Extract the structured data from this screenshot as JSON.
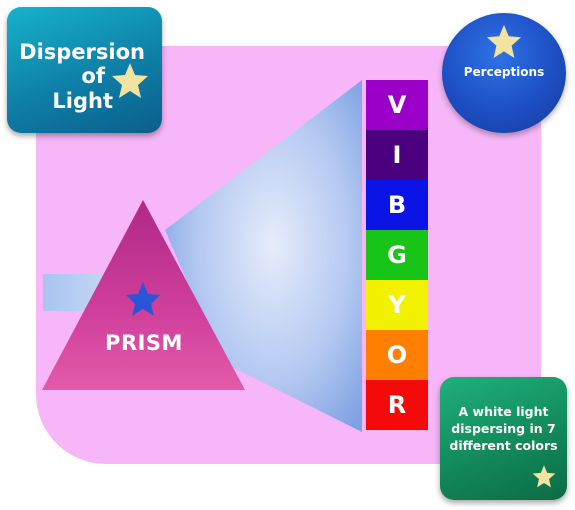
{
  "title_card": {
    "line1": "Dispersion",
    "line2": "of",
    "line3": "Light",
    "color": "#0f7fa8"
  },
  "brand_circle": {
    "label": "Perceptions",
    "color": "#1d4fc4"
  },
  "prism": {
    "label": "PRISM",
    "color": "#c43a9a"
  },
  "spectrum": {
    "bands": [
      {
        "letter": "V",
        "color": "#9b00c8"
      },
      {
        "letter": "I",
        "color": "#4b0080"
      },
      {
        "letter": "B",
        "color": "#0a14e6"
      },
      {
        "letter": "G",
        "color": "#19c419"
      },
      {
        "letter": "Y",
        "color": "#f2f200"
      },
      {
        "letter": "O",
        "color": "#ff8000"
      },
      {
        "letter": "R",
        "color": "#f50a0a"
      }
    ]
  },
  "note_card": {
    "text": "A white light dispersing in 7 different colors",
    "color": "#138a5b"
  },
  "panel": {
    "color": "#f7b6f7"
  },
  "icons": {
    "title_star": "star-icon",
    "circle_star": "star-icon",
    "prism_star": "star-icon",
    "note_star": "star-icon"
  }
}
